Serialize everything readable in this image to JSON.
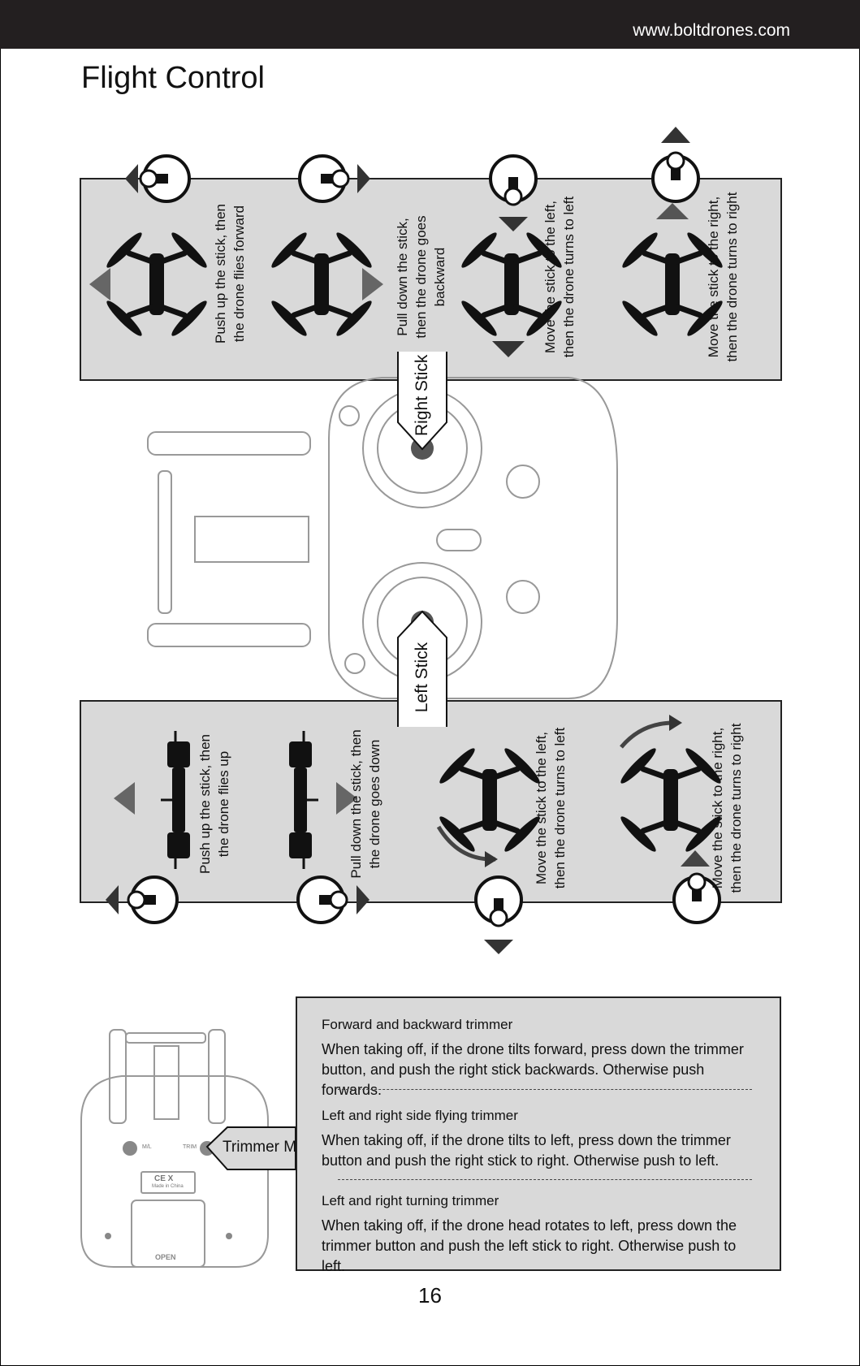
{
  "header": {
    "site_url": "www.boltdrones.com"
  },
  "page_title": "Flight Control",
  "right_stick": {
    "label": "Right Stick",
    "items": [
      {
        "text": "Push up the stick, then\nthe drone flies forward"
      },
      {
        "text": "Pull down the stick,\nthen the drone goes\nbackward"
      },
      {
        "text": "Move the stick to the left,\nthen the drone turns to left"
      },
      {
        "text": "Move the stick to the right,\nthen the drone turns to right"
      }
    ]
  },
  "left_stick": {
    "label": "Left Stick",
    "items": [
      {
        "text": "Push up the stick, then\nthe drone flies up"
      },
      {
        "text": "Pull down the stick, then\nthe drone goes down"
      },
      {
        "text": "Move the stick to the left,\nthen the drone turns to left"
      },
      {
        "text": "Move the stick to the right,\nthen the drone turns to right"
      }
    ]
  },
  "trimmer": {
    "mode_label": "Trimmer Mode",
    "sections": [
      {
        "heading": "Forward and backward trimmer",
        "body": "When taking off, if the drone tilts forward, press down the trimmer button, and push the right stick backwards. Otherwise push forwards."
      },
      {
        "heading": "Left and right side flying trimmer",
        "body": "When taking off, if the drone tilts to left, press down the trimmer button and push the right stick to right. Otherwise push to left."
      },
      {
        "heading": "Left and right turning trimmer",
        "body": "When taking off, if the drone head rotates to left, press down the trimmer button and push the left stick to right. Otherwise push to left."
      }
    ]
  },
  "remote_labels": {
    "speed": "M/L",
    "trim": "TRIM",
    "open": "OPEN",
    "cert": "CE X",
    "made_in": "Made in China"
  },
  "page_number": "16"
}
